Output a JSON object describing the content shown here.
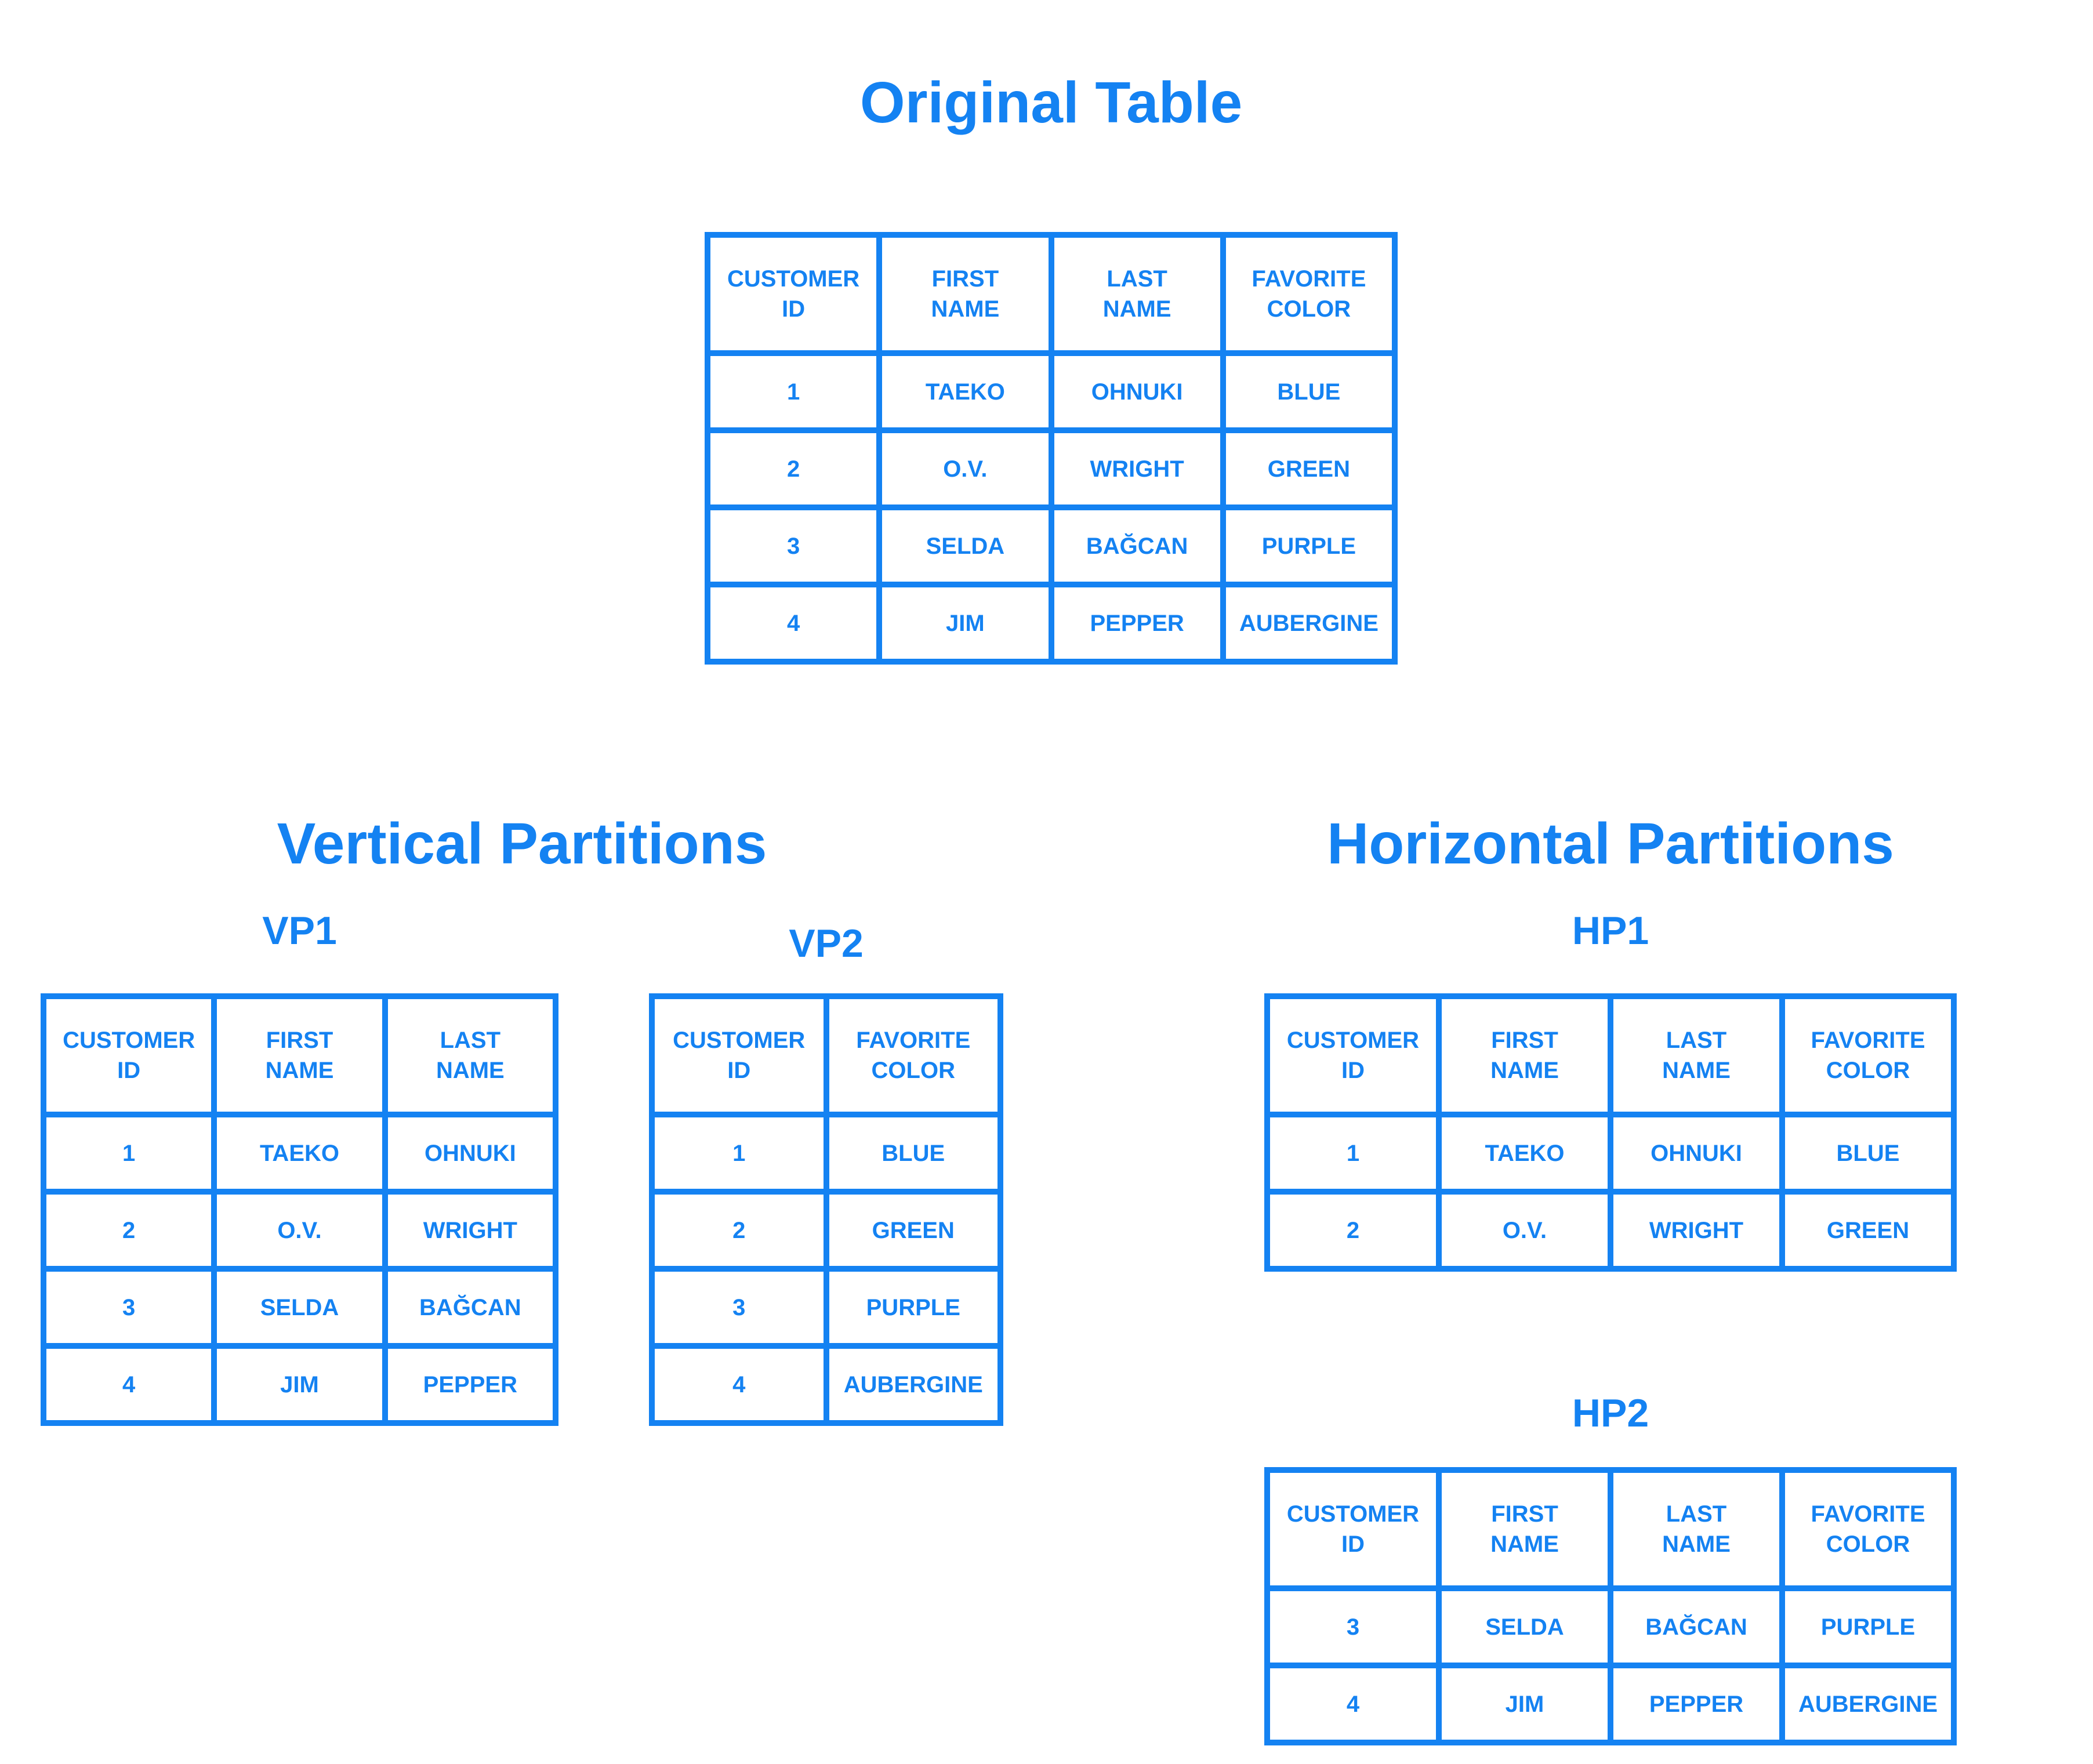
{
  "colors": {
    "accent": "#1482F2",
    "background": "#FFFFFF"
  },
  "original_section": {
    "title": "Original Table"
  },
  "vertical_section": {
    "title": "Vertical Partitions",
    "vp1_label": "VP1",
    "vp2_label": "VP2"
  },
  "horizontal_section": {
    "title": "Horizontal Partitions",
    "hp1_label": "HP1",
    "hp2_label": "HP2"
  },
  "tables": {
    "original": {
      "columns": [
        [
          "CUSTOMER",
          "ID"
        ],
        [
          "FIRST",
          "NAME"
        ],
        [
          "LAST",
          "NAME"
        ],
        [
          "FAVORITE",
          "COLOR"
        ]
      ],
      "rows": [
        [
          "1",
          "TAEKO",
          "OHNUKI",
          "BLUE"
        ],
        [
          "2",
          "O.V.",
          "WRIGHT",
          "GREEN"
        ],
        [
          "3",
          "SELDA",
          "BAĞCAN",
          "PURPLE"
        ],
        [
          "4",
          "JIM",
          "PEPPER",
          "AUBERGINE"
        ]
      ]
    },
    "vp1": {
      "columns": [
        [
          "CUSTOMER",
          "ID"
        ],
        [
          "FIRST",
          "NAME"
        ],
        [
          "LAST",
          "NAME"
        ]
      ],
      "rows": [
        [
          "1",
          "TAEKO",
          "OHNUKI"
        ],
        [
          "2",
          "O.V.",
          "WRIGHT"
        ],
        [
          "3",
          "SELDA",
          "BAĞCAN"
        ],
        [
          "4",
          "JIM",
          "PEPPER"
        ]
      ]
    },
    "vp2": {
      "columns": [
        [
          "CUSTOMER",
          "ID"
        ],
        [
          "FAVORITE",
          "COLOR"
        ]
      ],
      "rows": [
        [
          "1",
          "BLUE"
        ],
        [
          "2",
          "GREEN"
        ],
        [
          "3",
          "PURPLE"
        ],
        [
          "4",
          "AUBERGINE"
        ]
      ]
    },
    "hp1": {
      "columns": [
        [
          "CUSTOMER",
          "ID"
        ],
        [
          "FIRST",
          "NAME"
        ],
        [
          "LAST",
          "NAME"
        ],
        [
          "FAVORITE",
          "COLOR"
        ]
      ],
      "rows": [
        [
          "1",
          "TAEKO",
          "OHNUKI",
          "BLUE"
        ],
        [
          "2",
          "O.V.",
          "WRIGHT",
          "GREEN"
        ]
      ]
    },
    "hp2": {
      "columns": [
        [
          "CUSTOMER",
          "ID"
        ],
        [
          "FIRST",
          "NAME"
        ],
        [
          "LAST",
          "NAME"
        ],
        [
          "FAVORITE",
          "COLOR"
        ]
      ],
      "rows": [
        [
          "3",
          "SELDA",
          "BAĞCAN",
          "PURPLE"
        ],
        [
          "4",
          "JIM",
          "PEPPER",
          "AUBERGINE"
        ]
      ]
    }
  }
}
